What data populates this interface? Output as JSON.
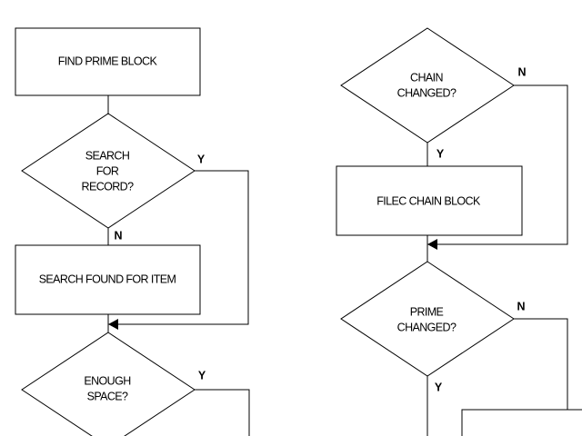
{
  "left": {
    "find_prime_block": "FIND PRIME BLOCK",
    "search_for_record": [
      "SEARCH",
      "FOR",
      "RECORD?"
    ],
    "search_yes": "Y",
    "search_no": "N",
    "search_found": "SEARCH FOUND FOR ITEM",
    "enough_space": [
      "ENOUGH",
      "SPACE?"
    ],
    "enough_yes": "Y"
  },
  "right": {
    "chain_changed": [
      "CHAIN",
      "CHANGED?"
    ],
    "chain_no": "N",
    "chain_yes": "Y",
    "filec_chain_block": "FILEC CHAIN BLOCK",
    "prime_changed": [
      "PRIME",
      "CHANGED?"
    ],
    "prime_no": "N",
    "prime_yes": "Y"
  }
}
